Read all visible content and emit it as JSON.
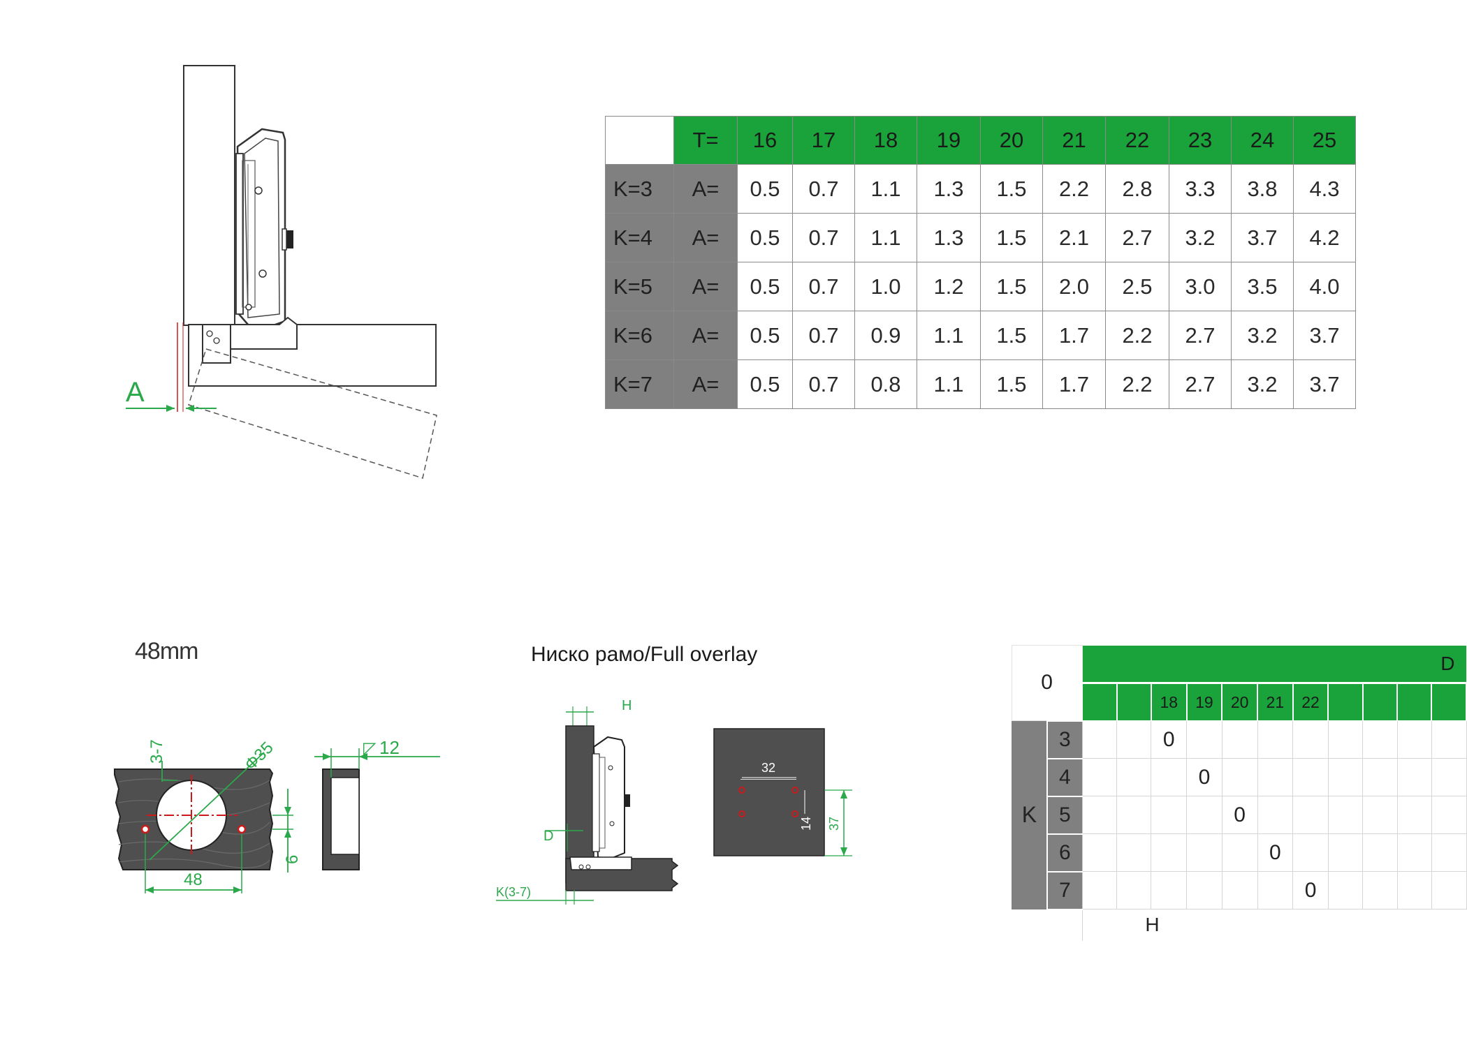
{
  "overlay_table": {
    "header": {
      "label": "T=",
      "values": [
        "16",
        "17",
        "18",
        "19",
        "20",
        "21",
        "22",
        "23",
        "24",
        "25"
      ]
    },
    "rows": [
      {
        "k": "K=3",
        "a": "A=",
        "values": [
          "0.5",
          "0.7",
          "1.1",
          "1.3",
          "1.5",
          "2.2",
          "2.8",
          "3.3",
          "3.8",
          "4.3"
        ]
      },
      {
        "k": "K=4",
        "a": "A=",
        "values": [
          "0.5",
          "0.7",
          "1.1",
          "1.3",
          "1.5",
          "2.1",
          "2.7",
          "3.2",
          "3.7",
          "4.2"
        ]
      },
      {
        "k": "K=5",
        "a": "A=",
        "values": [
          "0.5",
          "0.7",
          "1.0",
          "1.2",
          "1.5",
          "2.0",
          "2.5",
          "3.0",
          "3.5",
          "4.0"
        ]
      },
      {
        "k": "K=6",
        "a": "A=",
        "values": [
          "0.5",
          "0.7",
          "0.9",
          "1.1",
          "1.5",
          "1.7",
          "2.2",
          "2.7",
          "3.2",
          "3.7"
        ]
      },
      {
        "k": "K=7",
        "a": "A=",
        "values": [
          "0.5",
          "0.7",
          "0.8",
          "1.1",
          "1.5",
          "1.7",
          "2.2",
          "2.7",
          "3.2",
          "3.7"
        ]
      }
    ]
  },
  "side_drawing": {
    "label_a": "A"
  },
  "cup_drawing": {
    "title": "48mm",
    "dim_3_7": "3-7",
    "dim_diameter": "Φ35",
    "dim_48": "48",
    "dim_6": "6",
    "dim_12": "12"
  },
  "overlay_section": {
    "title": "Ниско рамо/Full overlay",
    "label_h": "H",
    "label_d": "D",
    "label_k": "K(3-7)",
    "dim_32": "32",
    "dim_14": "14",
    "dim_37": "37"
  },
  "position_table": {
    "corner": "0",
    "d_label": "D",
    "h_values": [
      "18",
      "19",
      "20",
      "21",
      "22"
    ],
    "k_label": "K",
    "k_values": [
      "3",
      "4",
      "5",
      "6",
      "7"
    ],
    "cell_value": "0",
    "h_label": "H"
  },
  "colors": {
    "green": "#1aa33a",
    "gray": "#808080",
    "dimension_green": "#2aa84a",
    "red": "#cc1a1a"
  }
}
